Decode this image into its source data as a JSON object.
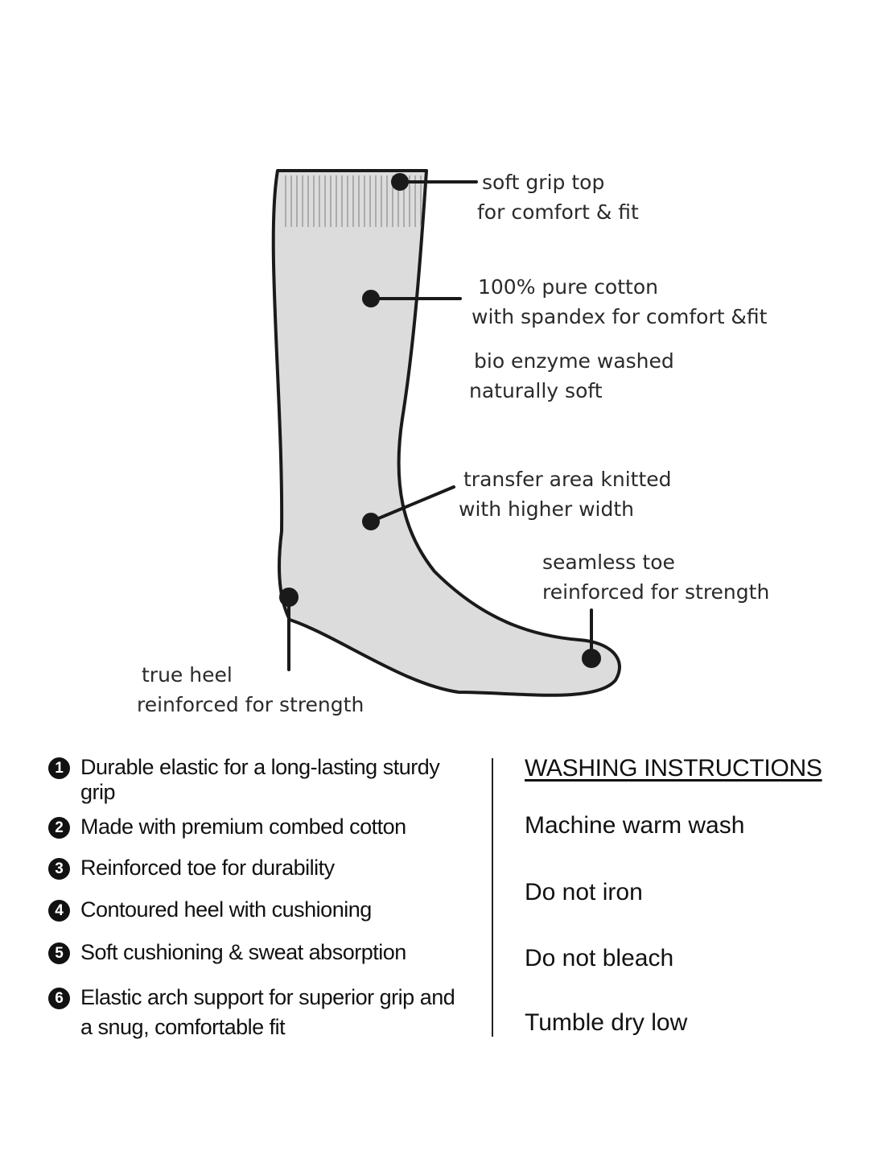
{
  "callouts": {
    "grip_top": [
      "soft grip top",
      "for comfort & fit"
    ],
    "cotton": [
      "100% pure cotton",
      "with spandex for comfort &fit"
    ],
    "enzyme": [
      "bio enzyme washed",
      "naturally soft"
    ],
    "transfer": [
      "transfer area knitted",
      "with higher width"
    ],
    "toe": [
      "seamless toe",
      "reinforced for strength"
    ],
    "heel": [
      "true heel",
      "reinforced for strength"
    ]
  },
  "features": [
    {
      "num": "1",
      "text": "Durable elastic for a long-lasting sturdy grip"
    },
    {
      "num": "2",
      "text": "Made with premium combed cotton"
    },
    {
      "num": "3",
      "text": "Reinforced toe for durability"
    },
    {
      "num": "4",
      "text": "Contoured heel with cushioning"
    },
    {
      "num": "5",
      "text": "Soft cushioning & sweat absorption"
    },
    {
      "num": "6",
      "text": "Elastic arch support for superior grip and a snug, comfortable fit"
    }
  ],
  "washing": {
    "title": "WASHING INSTRUCTIONS",
    "items": [
      "Machine warm wash",
      "Do not iron",
      "Do not bleach",
      "Tumble dry low"
    ]
  },
  "colors": {
    "sock_fill": "#dcdcdc",
    "outline": "#1a1a1a"
  }
}
